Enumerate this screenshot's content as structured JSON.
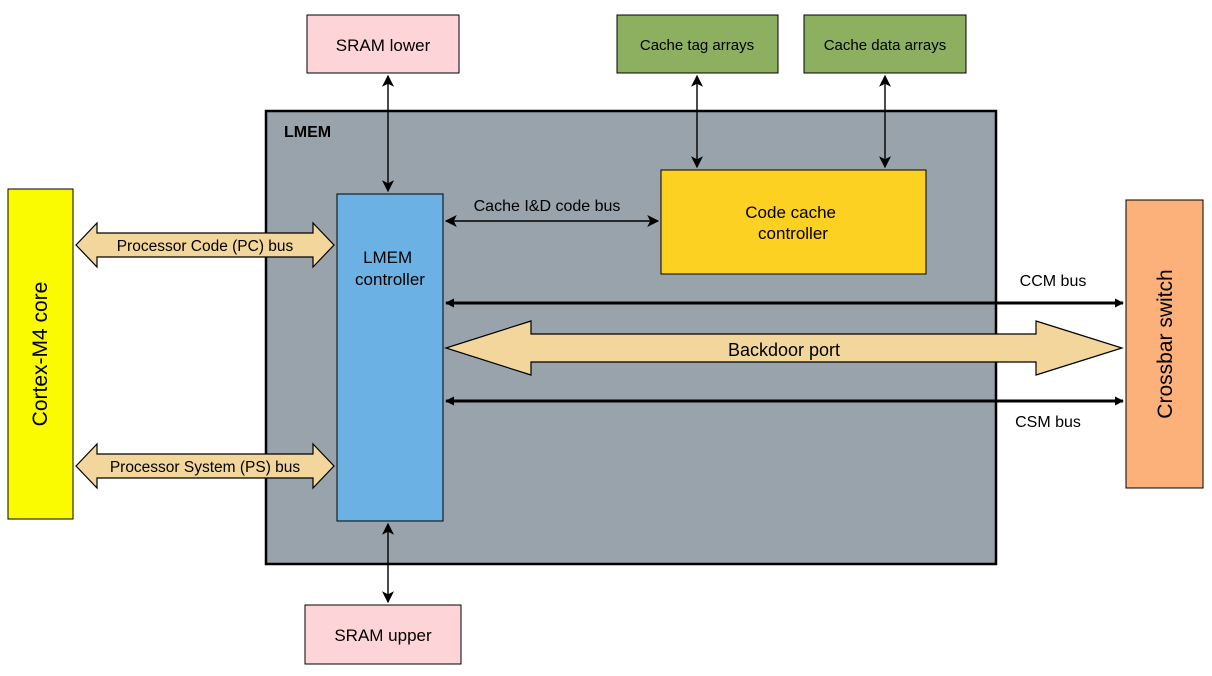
{
  "colors": {
    "lmem_region": "#98a3ab",
    "sram": "#fdd5d8",
    "cache_arrays": "#8db060",
    "code_cache": "#fdd122",
    "lmem_controller": "#6cb1e3",
    "cortex_core": "#fafa00",
    "crossbar": "#fcb07a",
    "wide_bus": "#f2d69b",
    "stroke": "#000000"
  },
  "blocks": {
    "sram_lower": "SRAM lower",
    "sram_upper": "SRAM upper",
    "cache_tag_arrays": "Cache tag arrays",
    "cache_data_arrays": "Cache data arrays",
    "lmem_region": "LMEM",
    "lmem_controller": [
      "LMEM",
      "controller"
    ],
    "code_cache_controller": [
      "Code cache",
      "controller"
    ],
    "cortex_core": "Cortex-M4 core",
    "crossbar_switch": "Crossbar switch"
  },
  "buses": {
    "pc_bus": "Processor Code (PC) bus",
    "ps_bus": "Processor System (PS) bus",
    "cache_bus": "Cache I&D code bus",
    "ccm_bus": "CCM bus",
    "csm_bus": "CSM bus",
    "backdoor_port": "Backdoor port"
  }
}
